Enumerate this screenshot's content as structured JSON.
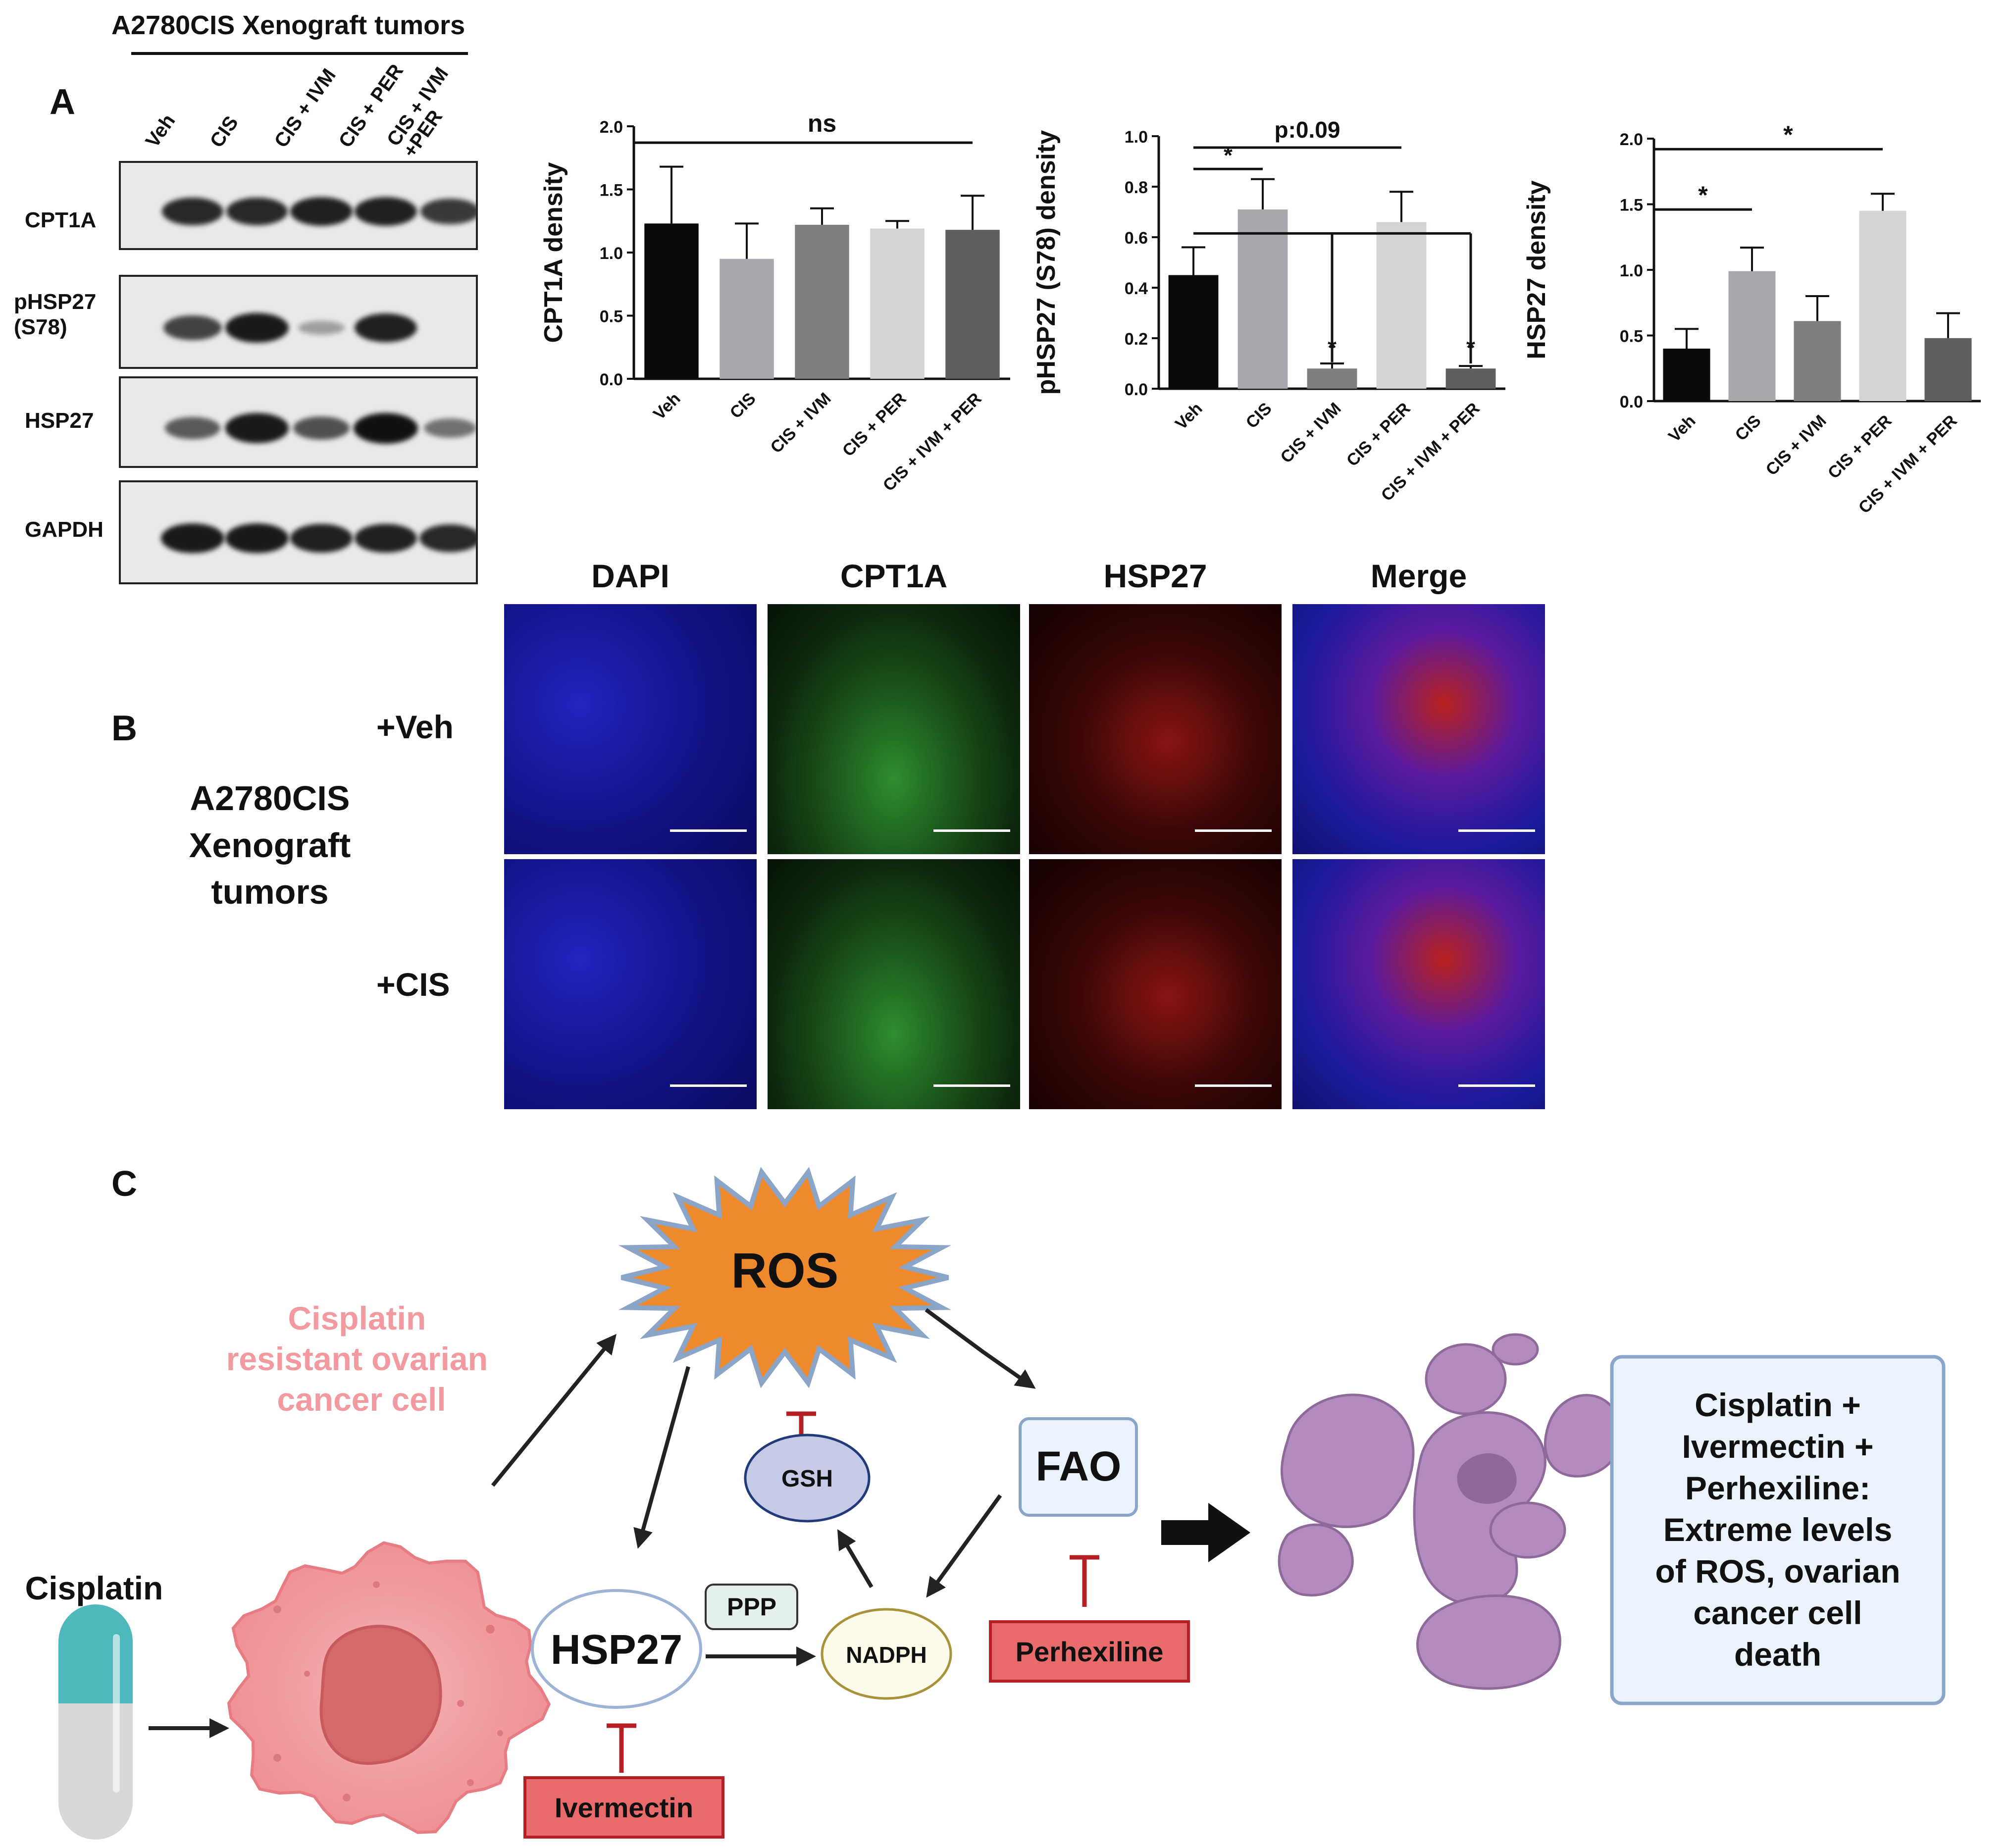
{
  "panelA": {
    "letter": "A",
    "header": "A2780CIS Xenograft tumors",
    "lanes": [
      "Veh",
      "CIS",
      "CIS + IVM",
      "CIS + PER",
      "CIS + IVM\n+PER"
    ],
    "blots": [
      {
        "label": "CPT1A",
        "intensity": [
          0.85,
          0.85,
          0.9,
          0.9,
          0.75
        ]
      },
      {
        "label": "pHSP27\n(S78)",
        "intensity": [
          0.7,
          0.95,
          0.12,
          0.9,
          0.0
        ]
      },
      {
        "label": "HSP27",
        "intensity": [
          0.55,
          0.95,
          0.6,
          1.0,
          0.4
        ]
      },
      {
        "label": "GAPDH",
        "intensity": [
          0.95,
          0.95,
          0.9,
          0.9,
          0.85
        ]
      }
    ]
  },
  "chart_data": [
    {
      "type": "bar",
      "categories": [
        "Veh",
        "CIS",
        "CIS + IVM",
        "CIS + PER",
        "CIS + IVM + PER"
      ],
      "values": [
        1.23,
        0.95,
        1.22,
        1.19,
        1.18
      ],
      "errors": [
        0.45,
        0.28,
        0.13,
        0.06,
        0.27
      ],
      "ylabel": "CPT1A density",
      "ylim": [
        0,
        2.0
      ],
      "yticks": [
        "0.0",
        "0.5",
        "1.0",
        "1.5",
        "2.0"
      ],
      "colors": [
        "#0a0a0a",
        "#a7a7ad",
        "#7e7e7e",
        "#d4d4d4",
        "#5f5f5f"
      ],
      "annotations": [
        "ns"
      ]
    },
    {
      "type": "bar",
      "categories": [
        "Veh",
        "CIS",
        "CIS + IVM",
        "CIS + PER",
        "CIS + IVM + PER"
      ],
      "values": [
        0.45,
        0.71,
        0.08,
        0.66,
        0.08
      ],
      "errors": [
        0.11,
        0.12,
        0.02,
        0.12,
        0.01
      ],
      "ylabel": "pHSP27 (S78) density",
      "ylim": [
        0,
        1.0
      ],
      "yticks": [
        "0.0",
        "0.2",
        "0.4",
        "0.6",
        "0.8",
        "1.0"
      ],
      "colors": [
        "#0a0a0a",
        "#a7a7ad",
        "#7e7e7e",
        "#d4d4d4",
        "#5f5f5f"
      ],
      "annotations": [
        "*",
        "p:0.09",
        "*",
        "*"
      ]
    },
    {
      "type": "bar",
      "categories": [
        "Veh",
        "CIS",
        "CIS + IVM",
        "CIS + PER",
        "CIS + IVM + PER"
      ],
      "values": [
        0.4,
        0.99,
        0.61,
        1.45,
        0.48
      ],
      "errors": [
        0.15,
        0.18,
        0.19,
        0.13,
        0.19
      ],
      "ylabel": "HSP27 density",
      "ylim": [
        0,
        2.0
      ],
      "yticks": [
        "0.0",
        "0.5",
        "1.0",
        "1.5",
        "2.0"
      ],
      "colors": [
        "#0a0a0a",
        "#a7a7ad",
        "#7e7e7e",
        "#d4d4d4",
        "#5f5f5f"
      ],
      "annotations": [
        "*",
        "*"
      ]
    }
  ],
  "panelB": {
    "letter": "B",
    "side_label": "A2780CIS\nXenograft\ntumors",
    "columns": [
      "DAPI",
      "CPT1A",
      "HSP27",
      "Merge"
    ],
    "rows": [
      "+Veh",
      "+CIS"
    ],
    "channel_colors": {
      "dapi": "#1a1aa8",
      "cpt1a": "#2ea02e",
      "hsp27": "#d41c1c"
    }
  },
  "panelC": {
    "letter": "C",
    "ros": "ROS",
    "cell_label": "Cisplatin\nresistant ovarian\ncancer cell",
    "cisplatin": "Cisplatin",
    "gsh": "GSH",
    "fao": "FAO",
    "hsp27": "HSP27",
    "ppp": "PPP",
    "nadph": "NADPH",
    "perhexiline": "Perhexiline",
    "ivermectin": "Ivermectin",
    "outcome": "Cisplatin +\nIvermectin +\nPerhexiline:\nExtreme levels\nof ROS, ovarian\ncancer cell\ndeath",
    "colors": {
      "ros": "#ef8a2c",
      "ros_outline": "#8aa5c7",
      "cell": "#f2a1a3",
      "nucleus": "#d4696c",
      "cell_label": "#f39aa0",
      "inhibitor": "#b52025",
      "inhibitor_fill": "#e96a6a",
      "dead_cell": "#b48bbf",
      "outcome_box": "#eaf2fb",
      "outcome_border": "#8aa5c7"
    }
  }
}
